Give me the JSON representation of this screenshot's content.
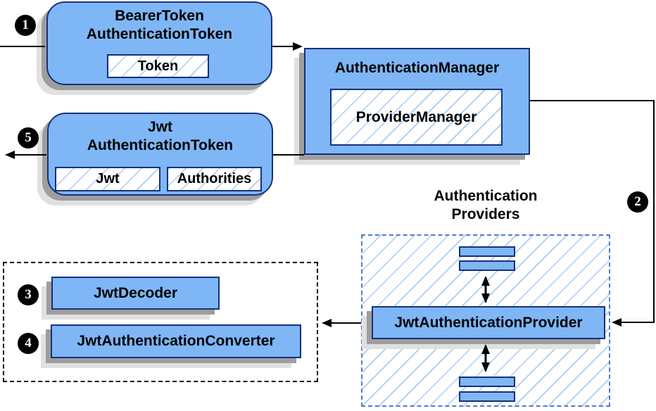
{
  "colors": {
    "node_fill": "#7FB6F5",
    "node_border": "#15317C",
    "hatch_line": "#A9CCF3",
    "providers_dashed_border": "#4D7FC7",
    "helpers_dashed_border": "#000000",
    "shadow_dark": "#9E9E9E",
    "shadow_light": "#E0E0E0",
    "arrow": "#000000",
    "badge_bg": "#000000",
    "badge_text": "#FFFFFF"
  },
  "steps": {
    "s1": "1",
    "s2": "2",
    "s3": "3",
    "s4": "4",
    "s5": "5"
  },
  "nodes": {
    "bearer_token": {
      "title1": "BearerToken",
      "title2": "AuthenticationToken",
      "field": "Token"
    },
    "authentication_manager": {
      "title": "AuthenticationManager",
      "impl": "ProviderManager"
    },
    "jwt_token": {
      "title1": "Jwt",
      "title2": "AuthenticationToken",
      "field1": "Jwt",
      "field2": "Authorities"
    },
    "providers": {
      "label1": "Authentication",
      "label2": "Providers",
      "provider": "JwtAuthenticationProvider"
    },
    "helpers": {
      "decoder": "JwtDecoder",
      "converter": "JwtAuthenticationConverter"
    }
  }
}
